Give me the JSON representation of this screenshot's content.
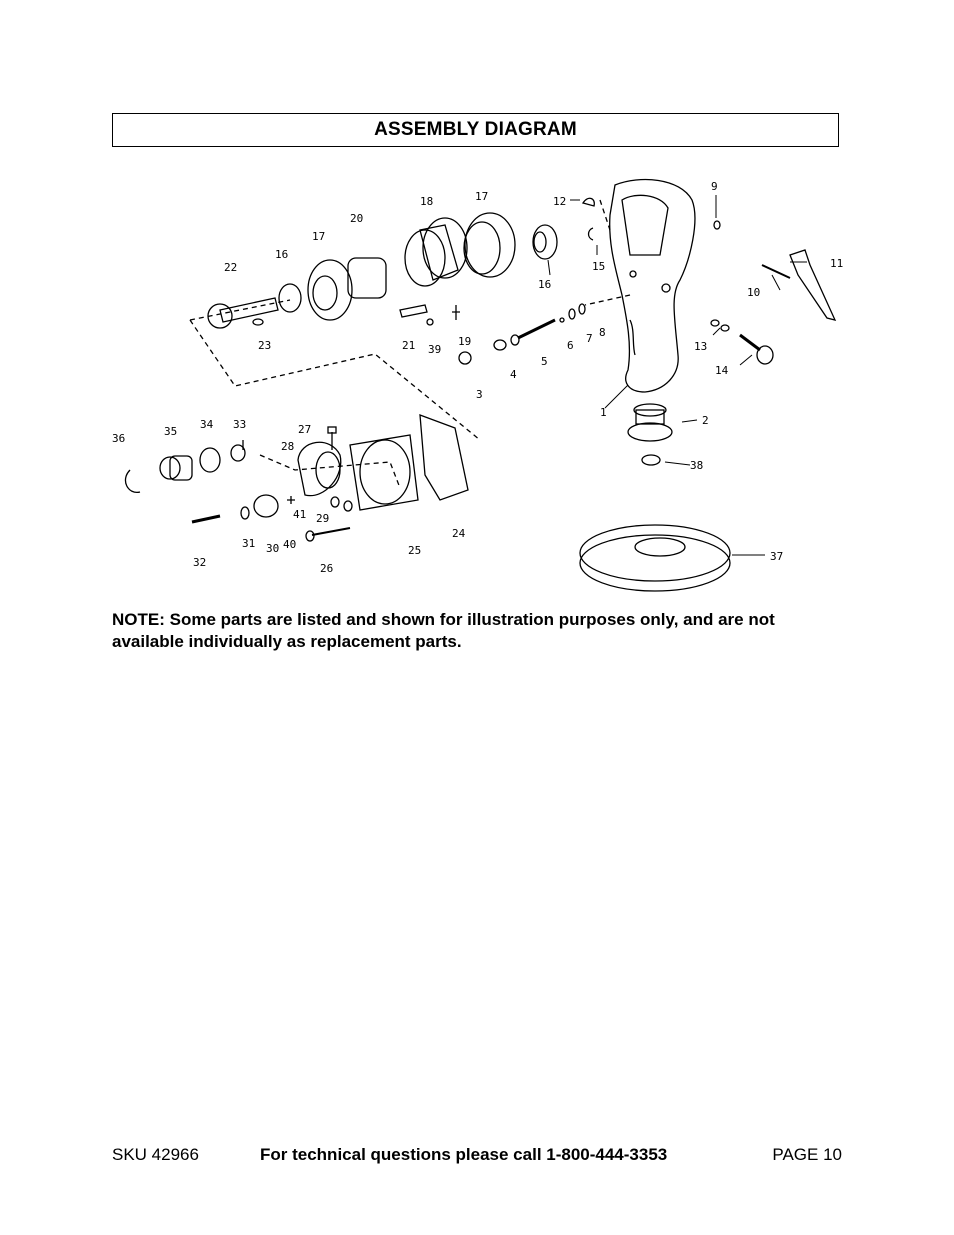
{
  "header": {
    "title": "ASSEMBLY DIAGRAM"
  },
  "diagram": {
    "callouts": [
      "1",
      "2",
      "3",
      "4",
      "5",
      "6",
      "7",
      "8",
      "9",
      "10",
      "11",
      "12",
      "13",
      "14",
      "15",
      "16",
      "17",
      "18",
      "19",
      "20",
      "21",
      "22",
      "23",
      "24",
      "25",
      "26",
      "27",
      "28",
      "29",
      "30",
      "31",
      "32",
      "33",
      "34",
      "35",
      "36",
      "37",
      "38",
      "39",
      "40",
      "41"
    ],
    "duplicate_callouts": [
      "16",
      "17"
    ]
  },
  "note": {
    "text": "NOTE: Some parts are listed and shown for illustration purposes only, and are not available individually as replacement parts."
  },
  "footer": {
    "sku": "SKU 42966",
    "tech": "For technical questions please call 1-800-444-3353",
    "page": "PAGE 10"
  }
}
